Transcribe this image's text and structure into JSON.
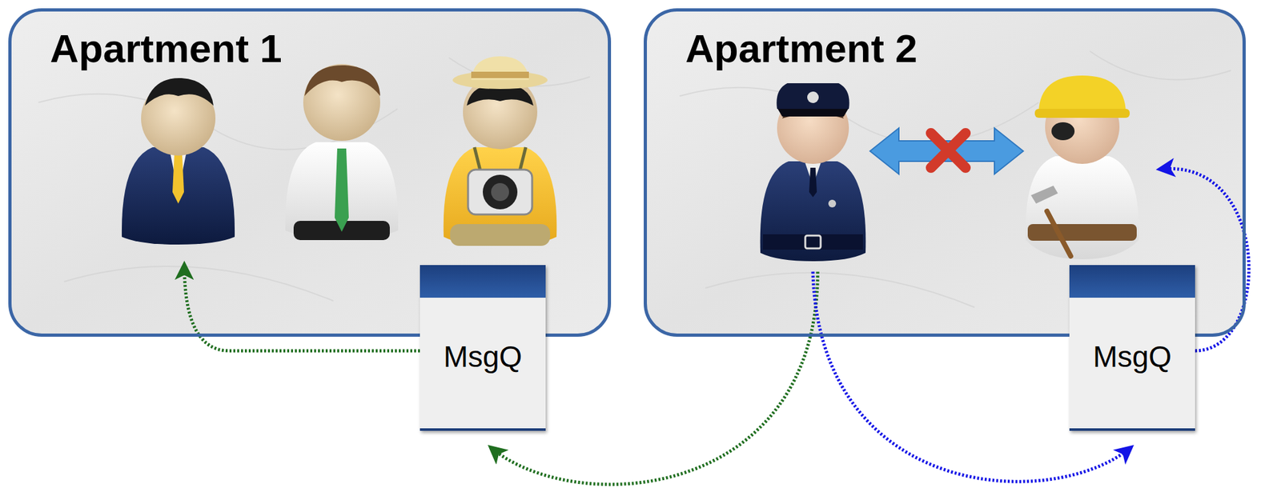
{
  "diagram": {
    "nodes": [
      {
        "text": [
          "Apartment 1"
        ]
      },
      {
        "text": [
          "MsgQ"
        ]
      },
      {
        "text": [
          "Apartment 2"
        ]
      },
      {
        "text": [
          "MsgQ"
        ]
      }
    ],
    "edges": [
      {
        "from": 1,
        "to": 0,
        "arrow": "to"
      },
      {
        "from": 2,
        "to": 1,
        "arrow": "to"
      },
      {
        "from": 2,
        "to": 3,
        "arrow": "to"
      },
      {
        "from": 3,
        "to": 2,
        "arrow": "to"
      }
    ]
  }
}
